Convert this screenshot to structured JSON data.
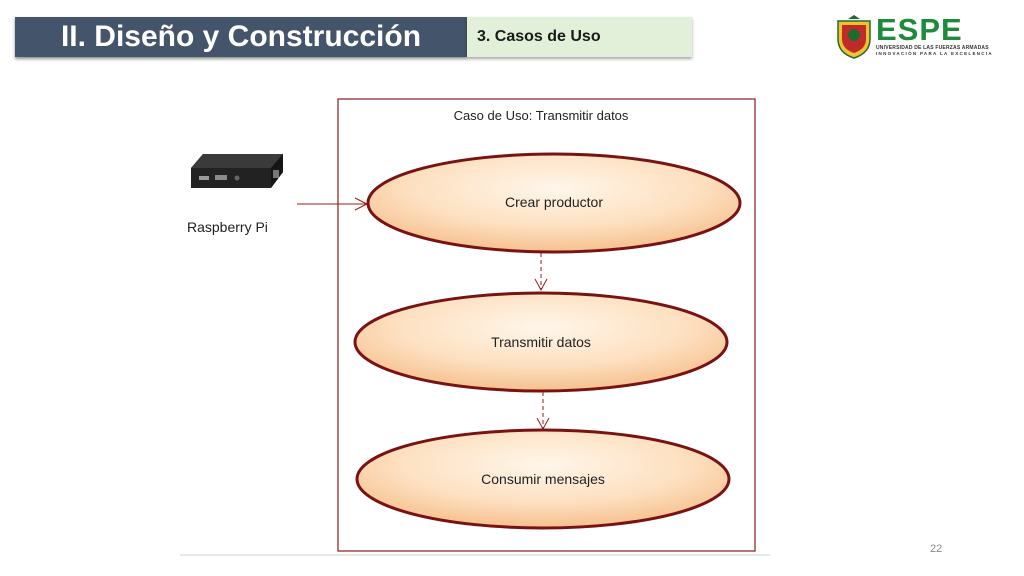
{
  "header": {
    "title": "II. Diseño y Construcción",
    "section": "3. Casos de Uso"
  },
  "logo": {
    "name": "ESPE",
    "subtitle": "UNIVERSIDAD DE LAS FUERZAS ARMADAS",
    "tagline": "INNOVACIÓN PARA LA EXCELENCIA"
  },
  "diagram": {
    "boundary_title": "Caso de Uso: Transmitir datos",
    "actor": "Raspberry Pi",
    "use_cases": [
      "Crear productor",
      "Transmitir datos",
      "Consumir mensajes"
    ]
  },
  "footer": {
    "page_number": "22"
  },
  "colors": {
    "title_bg": "#44546a",
    "section_bg": "#e2f0d9",
    "boundary": "#8b1a1a",
    "ellipse_border": "#7a1212",
    "ellipse_fill_light": "#fff3e4",
    "ellipse_fill_dark": "#f7c89a",
    "brand_green": "#1e8a3c"
  }
}
